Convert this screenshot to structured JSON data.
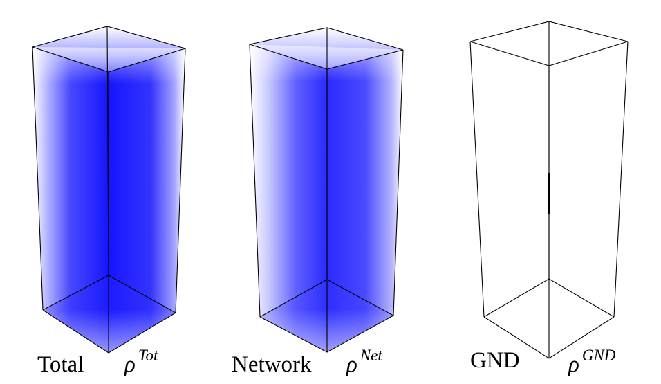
{
  "panels": [
    {
      "id": "total",
      "name": "Total",
      "symbol_base": "ρ",
      "symbol_superscript": "Tot",
      "fill_color": "#1a1aff",
      "density": "total"
    },
    {
      "id": "network",
      "name": "Network",
      "symbol_base": "ρ",
      "symbol_superscript": "Net",
      "fill_color": "#1a1aff",
      "density": "network"
    },
    {
      "id": "gnd",
      "name": "GND",
      "symbol_base": "ρ",
      "symbol_superscript": "GND",
      "fill_color": "#ffffff",
      "density": "gnd"
    }
  ],
  "colors": {
    "edge": "#000000",
    "background": "#ffffff",
    "density_high": "#0a0aff",
    "density_low": "#ffffff"
  }
}
